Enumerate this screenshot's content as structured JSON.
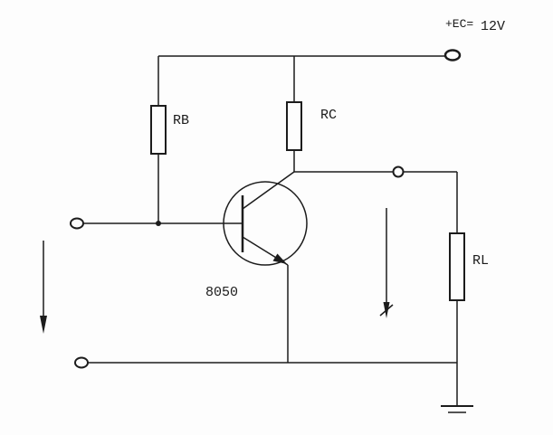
{
  "diagram": {
    "supply_label": "+EC=",
    "supply_value": "12V",
    "resistor_base_label": "RB",
    "resistor_collector_label": "RC",
    "resistor_load_label": "RL",
    "transistor_label": "8050"
  }
}
